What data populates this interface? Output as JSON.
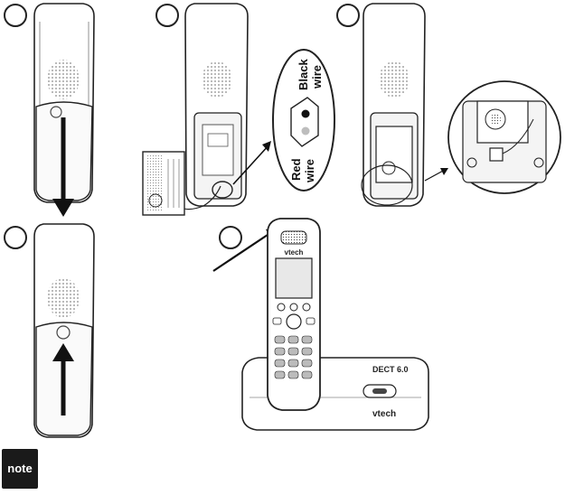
{
  "steps": [
    {
      "number": ""
    },
    {
      "number": ""
    },
    {
      "number": ""
    },
    {
      "number": ""
    },
    {
      "number": ""
    }
  ],
  "callout": {
    "black_wire_line1": "Black",
    "black_wire_line2": "wire",
    "red_wire_line1": "Red",
    "red_wire_line2": "wire"
  },
  "handset_brand": "vtech",
  "base_brand": "vtech",
  "base_model": "DECT 6.0",
  "note_label": "note",
  "colors": {
    "outline": "#222222",
    "speaker_dots": "#9a9a9a",
    "black_wire_dot": "#111111",
    "red_wire_dot": "#bdbdbd",
    "note_bg": "#1a1a1a"
  }
}
